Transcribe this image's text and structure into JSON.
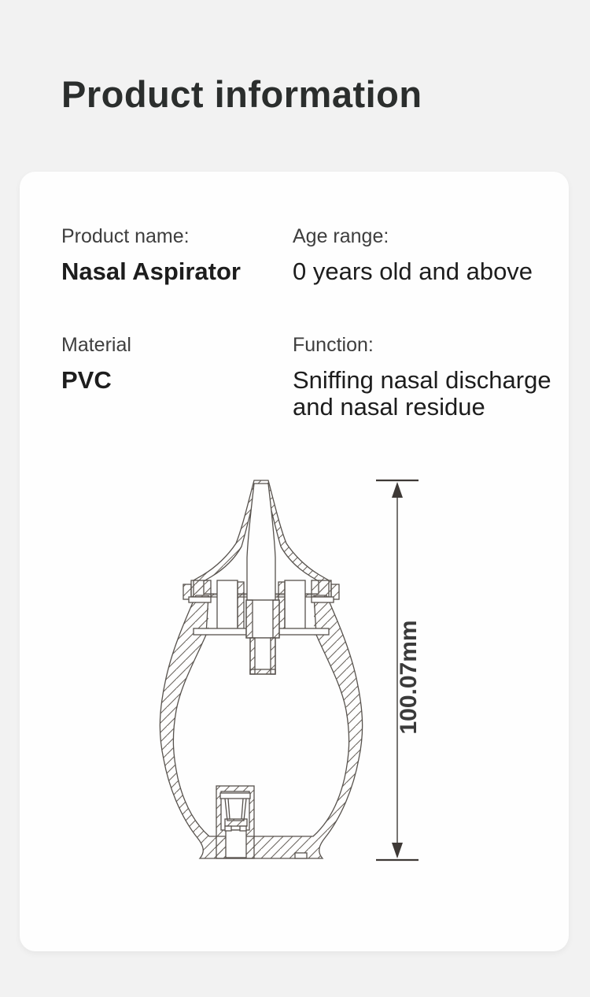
{
  "header": {
    "title": "Product information"
  },
  "specs": [
    {
      "label": "Product name:",
      "value": "Nasal Aspirator"
    },
    {
      "label": "Age range:",
      "value": "0 years old and above"
    },
    {
      "label": "Material",
      "value": "PVC"
    },
    {
      "label": "Function:",
      "value": "Sniffing nasal discharge and nasal residue"
    }
  ],
  "diagram": {
    "name": "nasal-aspirator-cross-section",
    "dimension_label": "100.07mm"
  },
  "colors": {
    "page_background": "#f2f2f2",
    "card_background": "#fefefe",
    "title_text": "#2b2e2d",
    "label_text": "#3e3e3e",
    "value_text": "#1d1d1d",
    "drawing_stroke": "#57524d",
    "dimension_line": "#3e3936",
    "dimension_text": "#3a3a3a"
  }
}
